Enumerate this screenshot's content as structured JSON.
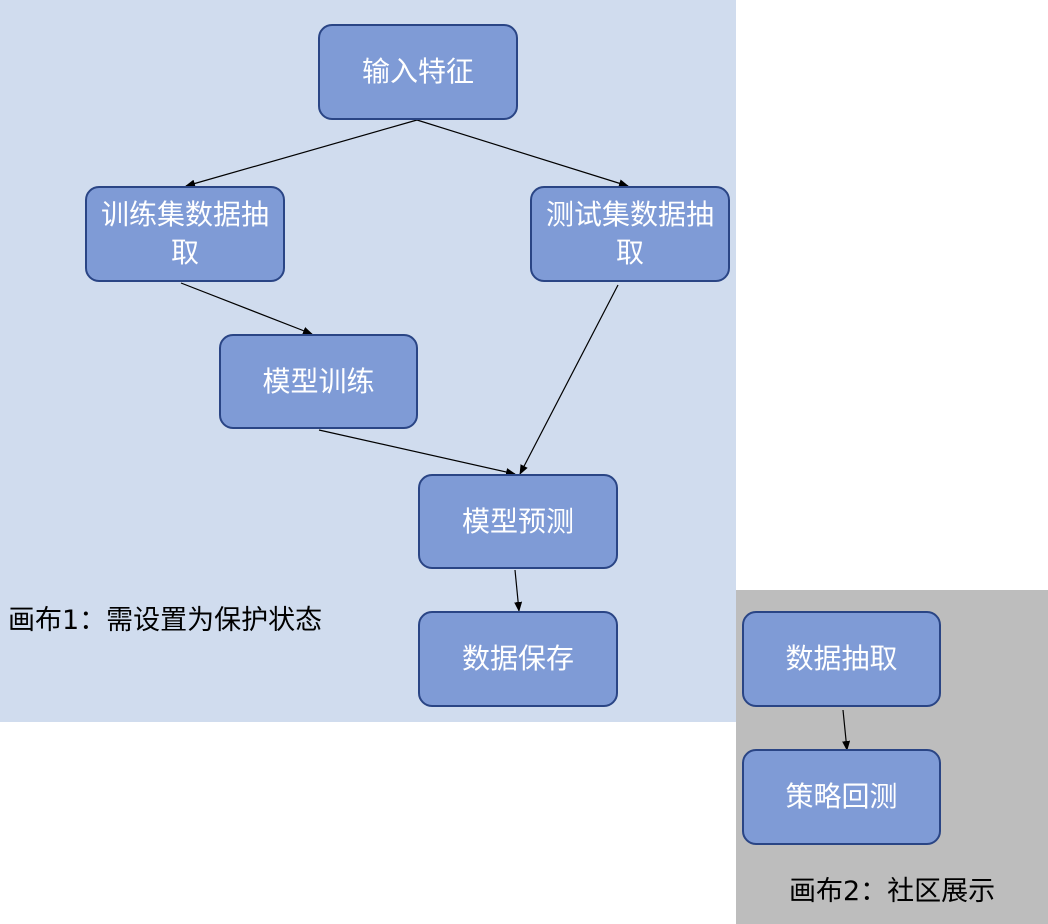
{
  "colors": {
    "canvas1_bg": "#d0dcee",
    "canvas2_bg": "#bdbdbd",
    "node_fill": "#7f9bd6",
    "node_border": "#2a4585"
  },
  "canvas1": {
    "label": "画布1：需设置为保护状态"
  },
  "canvas2": {
    "label": "画布2：社区展示"
  },
  "nodes": {
    "input_features": "输入特征",
    "train_extract": "训练集数据抽取",
    "test_extract": "测试集数据抽取",
    "model_train": "模型训练",
    "model_predict": "模型预测",
    "data_save": "数据保存",
    "data_extract": "数据抽取",
    "backtest": "策略回测"
  },
  "edges": [
    [
      "input_features",
      "train_extract"
    ],
    [
      "input_features",
      "test_extract"
    ],
    [
      "train_extract",
      "model_train"
    ],
    [
      "test_extract",
      "model_predict"
    ],
    [
      "model_train",
      "model_predict"
    ],
    [
      "model_predict",
      "data_save"
    ],
    [
      "data_extract",
      "backtest"
    ]
  ]
}
